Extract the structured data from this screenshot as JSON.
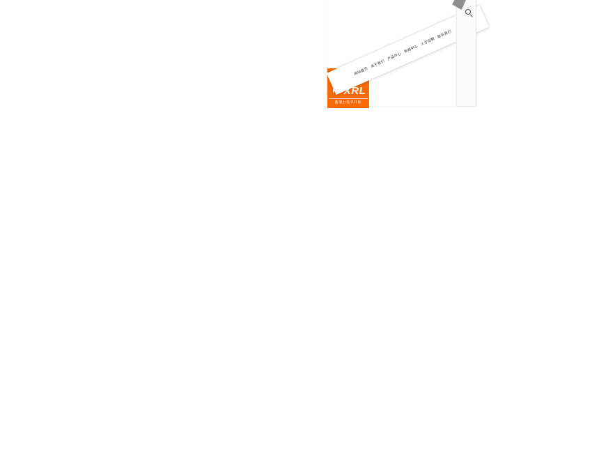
{
  "colors": {
    "page_bg": "#ffffff",
    "accent_orange": "#f96a07",
    "nav_text": "#333333",
    "corner_gray": "#8e8e8e",
    "icon_gray": "#4a4a4a"
  },
  "header": {
    "logo": {
      "brand": "XRL",
      "sub": "鑫瑞力电子科技"
    },
    "nav": {
      "items": [
        "网站首页",
        "关于我们",
        "产品中心",
        "新闻中心",
        "人才招聘",
        "联系我们"
      ]
    },
    "search": {
      "icon": "magnifier-icon"
    }
  }
}
